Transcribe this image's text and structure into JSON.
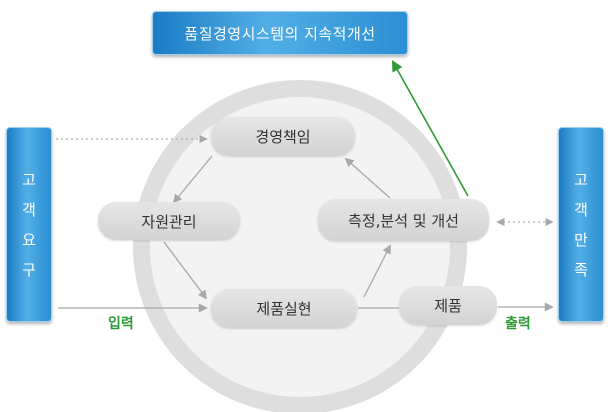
{
  "title": "품질경영시스템의 지속적개선",
  "left_column": [
    "고",
    "객",
    "요",
    "구"
  ],
  "right_column": [
    "고",
    "객",
    "만",
    "족"
  ],
  "nodes": {
    "management": "경영책임",
    "resource": "자원관리",
    "product_realization": "제품실현",
    "measurement": "측정,분석 및 개선",
    "product": "제품"
  },
  "labels": {
    "input": "입력",
    "output": "출력"
  },
  "colors": {
    "banner_blue": "#2b8fd3",
    "node_gray": "#dcdcdc",
    "arrow_gray": "#a8a8a8",
    "arrow_green": "#2e9a36",
    "label_green": "#2e9a36"
  }
}
